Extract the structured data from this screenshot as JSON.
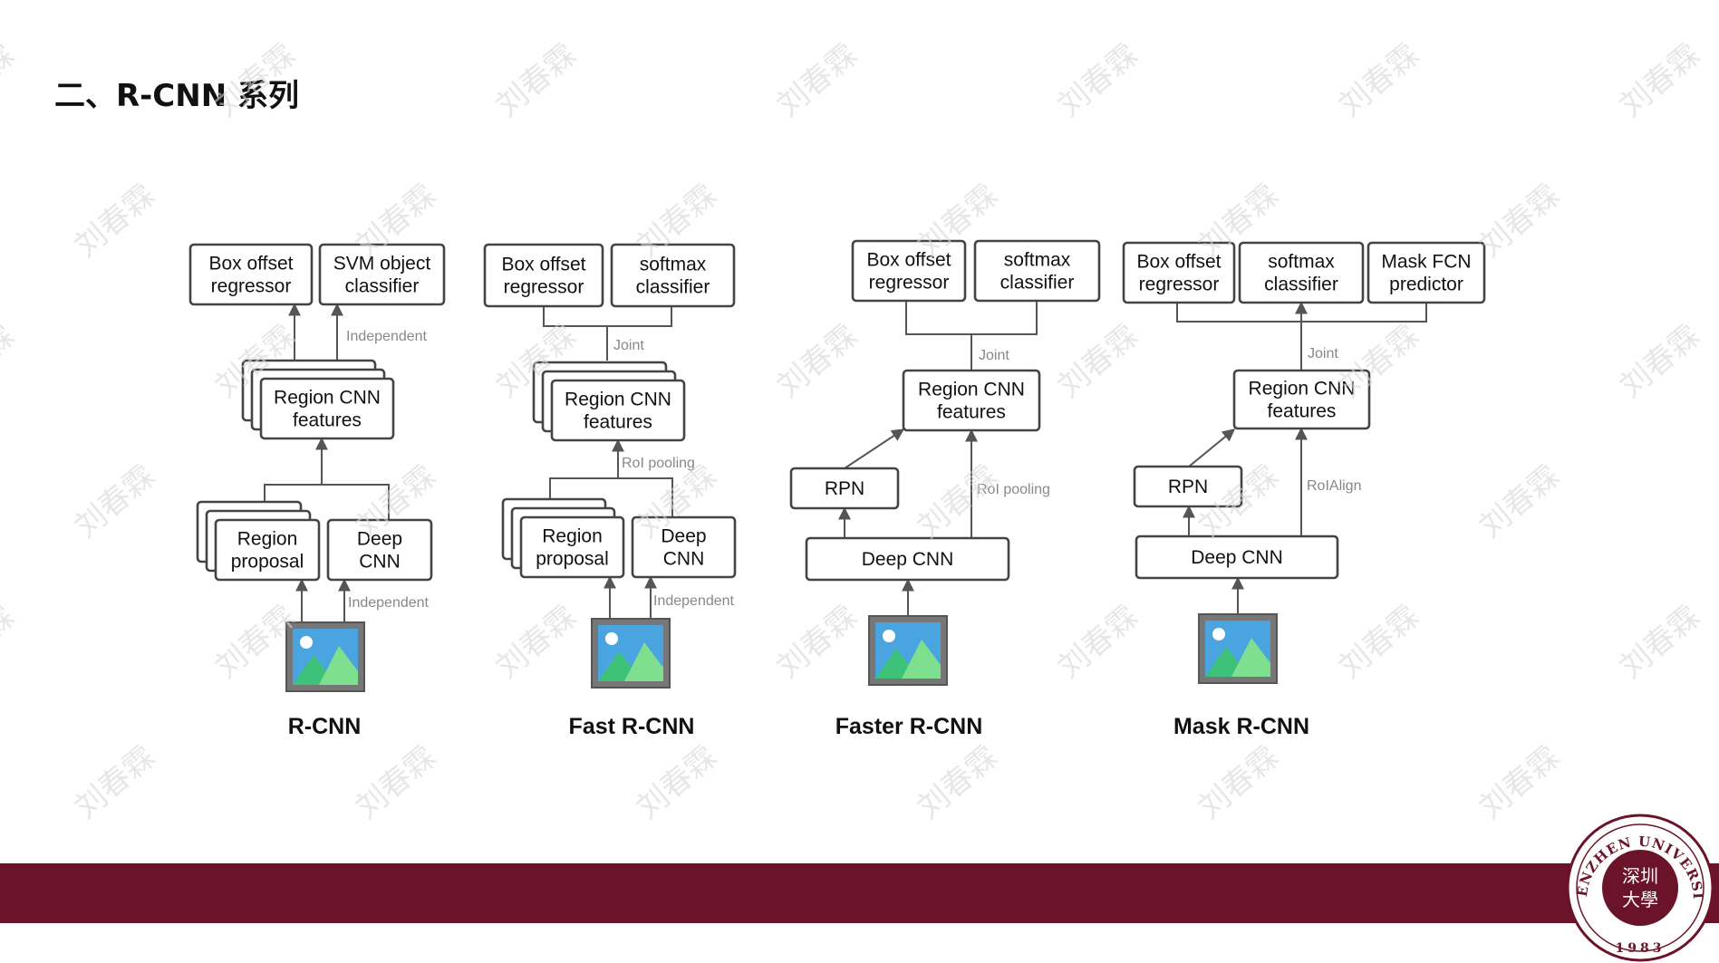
{
  "slide": {
    "title": "二、R-CNN 系列"
  },
  "diagram": {
    "box_offset_regressor": [
      "Box offset",
      "regressor"
    ],
    "svm_object_classifier": [
      "SVM object",
      "classifier"
    ],
    "softmax_classifier": [
      "softmax",
      "classifier"
    ],
    "mask_fcn_predictor": [
      "Mask FCN",
      "predictor"
    ],
    "region_cnn_features": [
      "Region CNN",
      "features"
    ],
    "region_proposal": [
      "Region",
      "proposal"
    ],
    "deep_cnn_stacked": [
      "Deep",
      "CNN"
    ],
    "deep_cnn": "Deep CNN",
    "rpn": "RPN",
    "annotations": {
      "independent": "Independent",
      "joint": "Joint",
      "roi_pooling": "RoI pooling",
      "roialign": "RoIAlign"
    },
    "captions": [
      "R-CNN",
      "Fast R-CNN",
      "Faster R-CNN",
      "Mask R-CNN"
    ]
  },
  "watermark": {
    "text": "刘春霖"
  },
  "footer": {
    "bar_color": "#6b1328",
    "seal": {
      "ring_text": "SHENZHEN UNIVERSITY",
      "year": "1983",
      "center_text": "深圳大学"
    }
  }
}
